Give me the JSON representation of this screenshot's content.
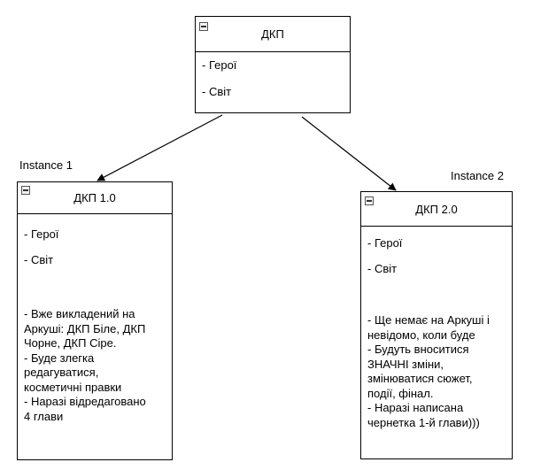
{
  "top_box": {
    "title": "ДКП",
    "attributes": [
      "- Герої",
      "- Світ"
    ]
  },
  "instance1": {
    "label": "Instance 1",
    "title": "ДКП 1.0",
    "attributes": [
      "- Герої",
      "- Світ"
    ],
    "notes": [
      "- Вже викладений на",
      "Аркуші: ДКП Біле, ДКП",
      "Чорне, ДКП Сіре.",
      "- Буде злегка",
      "редагуватися,",
      "косметичні правки",
      "- Наразі відредаговано",
      "4 глави"
    ]
  },
  "instance2": {
    "label": "Instance 2",
    "title": "ДКП 2.0",
    "attributes": [
      "- Герої",
      "- Світ"
    ],
    "notes": [
      "- Ще немає на Аркуші і",
      "невідомо, коли буде",
      "- Будуть вноситися",
      "ЗНАЧНІ зміни,",
      "змінюватися сюжет,",
      "події, фінал.",
      "- Наразі написана",
      "чернетка 1-й глави)))"
    ]
  },
  "colors": {
    "stroke": "#000000",
    "background": "#ffffff"
  },
  "icons": [
    "collapse-icon",
    "arrow-head-icon"
  ]
}
